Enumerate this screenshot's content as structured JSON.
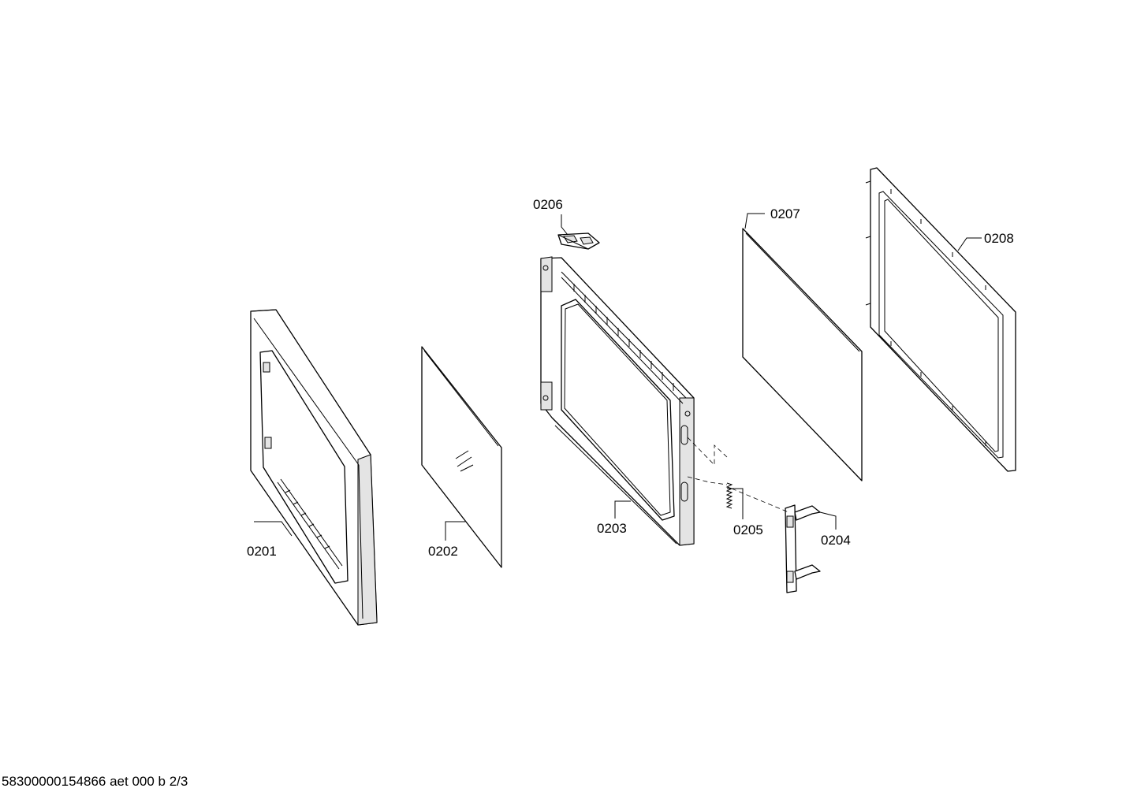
{
  "callouts": {
    "p0201": "0201",
    "p0202": "0202",
    "p0203": "0203",
    "p0204": "0204",
    "p0205": "0205",
    "p0206": "0206",
    "p0207": "0207",
    "p0208": "0208"
  },
  "footer_text": "58300000154866 aet 000 b 2/3"
}
